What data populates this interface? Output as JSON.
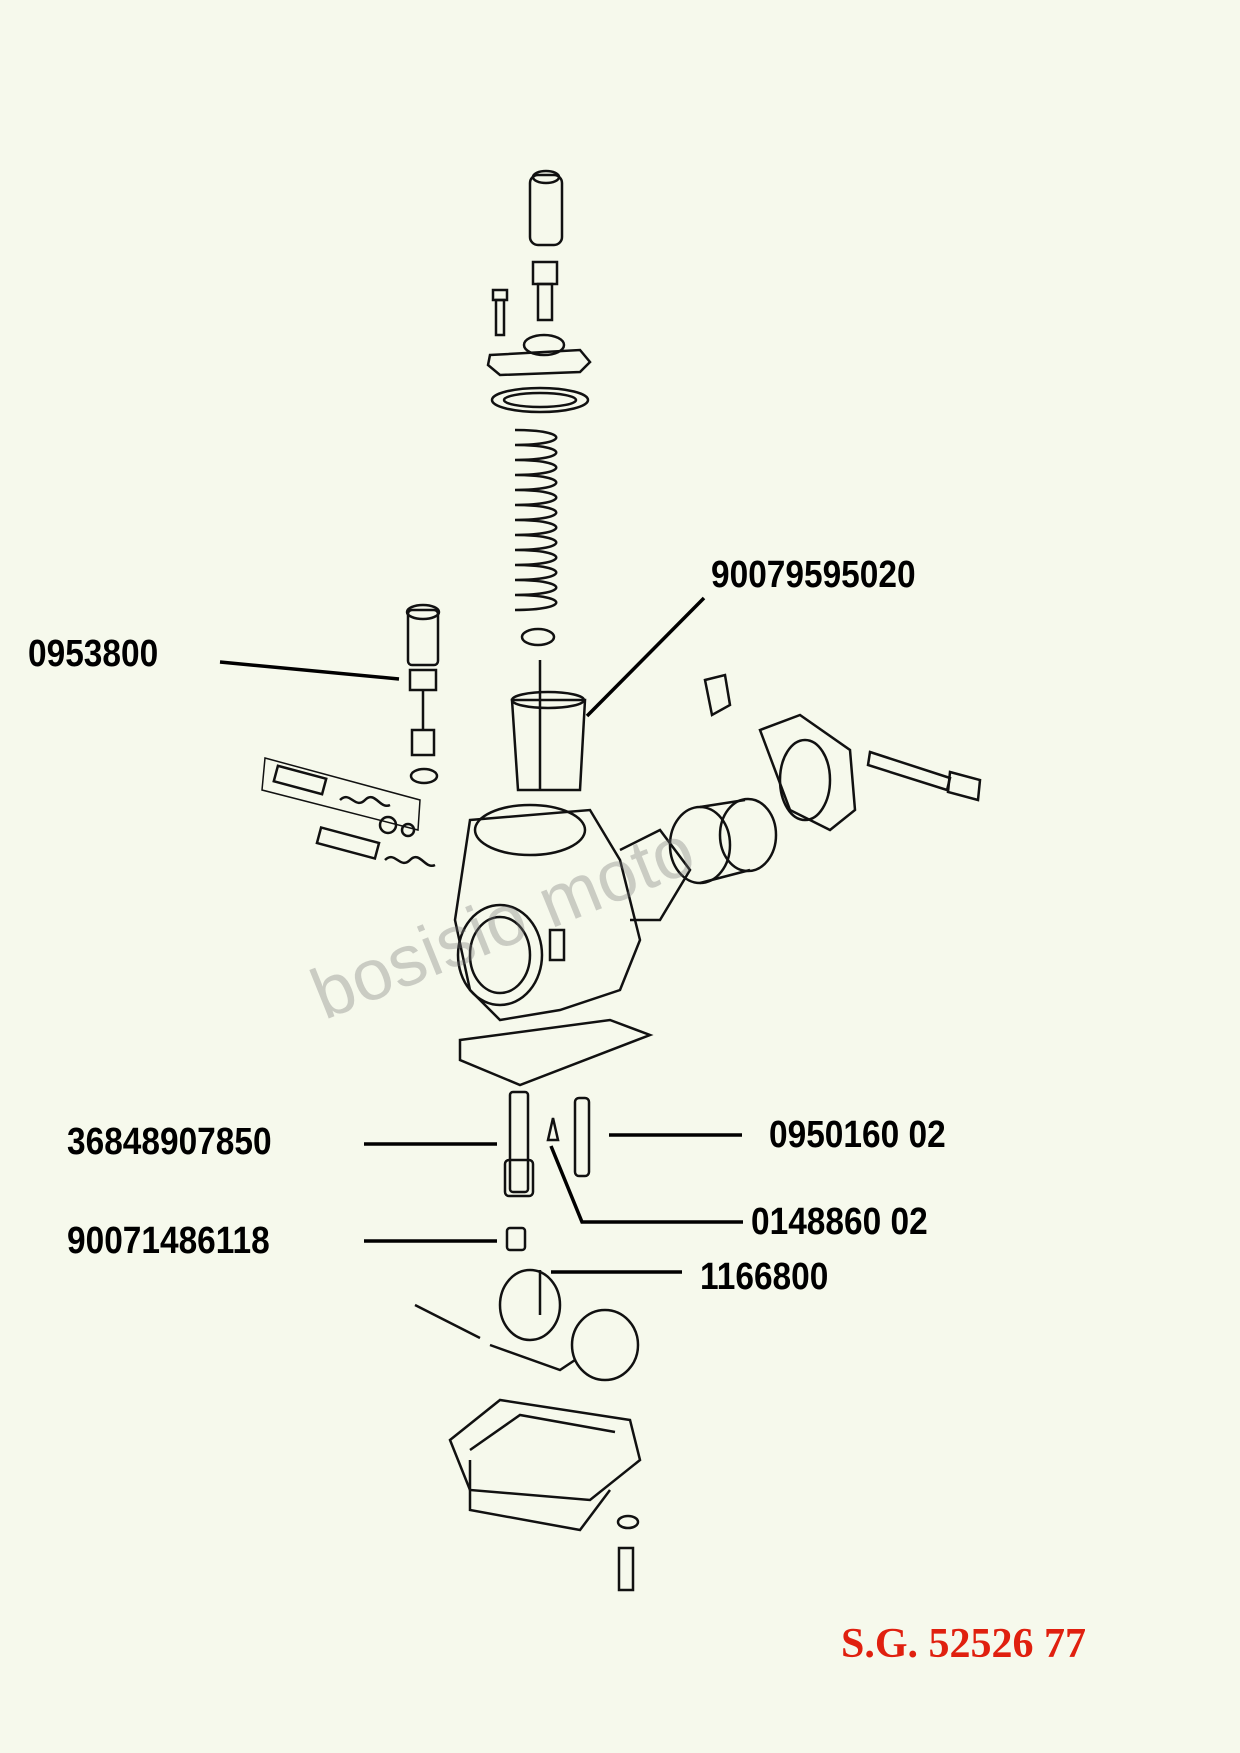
{
  "labels": {
    "throttle_valve": "90079595020",
    "starter_plunger": "0953800",
    "needle_jet": "36848907850",
    "idle_jet": "0950160 02",
    "float_needle_jet": "0148860 02",
    "main_jet": "90071486118",
    "float_needle": "1166800"
  },
  "drawing_code": "S.G. 52526 77",
  "watermark": "bosisio moto",
  "colors": {
    "background": "#f6f9ec",
    "code": "#e0200f",
    "ink": "#000000"
  }
}
